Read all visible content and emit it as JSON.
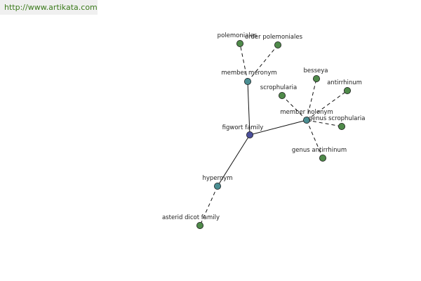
{
  "site": {
    "url_text": "http://www.artikata.com"
  },
  "colors": {
    "center": "#4a4f9a",
    "relation": "#4a8e92",
    "leaf": "#4f8a4a",
    "edge": "#111111",
    "url_text": "#3a7a1a"
  },
  "graph": {
    "nodes": [
      {
        "id": "figwort",
        "label": "figwort family",
        "kind": "center"
      },
      {
        "id": "member-meronym",
        "label": "member meronym",
        "kind": "relation"
      },
      {
        "id": "member-holonym",
        "label": "member holonym",
        "kind": "relation"
      },
      {
        "id": "hypernym",
        "label": "hypernym",
        "kind": "relation"
      },
      {
        "id": "polemoniales",
        "label": "polemoniales",
        "kind": "leaf"
      },
      {
        "id": "order-polemoniales",
        "label": "order polemoniales",
        "kind": "leaf"
      },
      {
        "id": "scrophularia",
        "label": "scrophularia",
        "kind": "leaf"
      },
      {
        "id": "besseya",
        "label": "besseya",
        "kind": "leaf"
      },
      {
        "id": "antirrhinum",
        "label": "antirrhinum",
        "kind": "leaf"
      },
      {
        "id": "genus-scrophularia",
        "label": "genus scrophularia",
        "kind": "leaf"
      },
      {
        "id": "genus-antirrhinum",
        "label": "genus antirrhinum",
        "kind": "leaf"
      },
      {
        "id": "asterid-dicot-family",
        "label": "asterid dicot family",
        "kind": "leaf"
      }
    ],
    "edges": [
      {
        "from": "figwort",
        "to": "member-meronym",
        "style": "solid"
      },
      {
        "from": "figwort",
        "to": "member-holonym",
        "style": "solid"
      },
      {
        "from": "figwort",
        "to": "hypernym",
        "style": "solid"
      },
      {
        "from": "member-meronym",
        "to": "polemoniales",
        "style": "dashed"
      },
      {
        "from": "member-meronym",
        "to": "order-polemoniales",
        "style": "dashed"
      },
      {
        "from": "member-holonym",
        "to": "scrophularia",
        "style": "dashed"
      },
      {
        "from": "member-holonym",
        "to": "besseya",
        "style": "dashed"
      },
      {
        "from": "member-holonym",
        "to": "antirrhinum",
        "style": "dashed"
      },
      {
        "from": "member-holonym",
        "to": "genus-scrophularia",
        "style": "dashed"
      },
      {
        "from": "member-holonym",
        "to": "genus-antirrhinum",
        "style": "dashed"
      },
      {
        "from": "hypernym",
        "to": "asterid-dicot-family",
        "style": "dashed"
      }
    ]
  }
}
